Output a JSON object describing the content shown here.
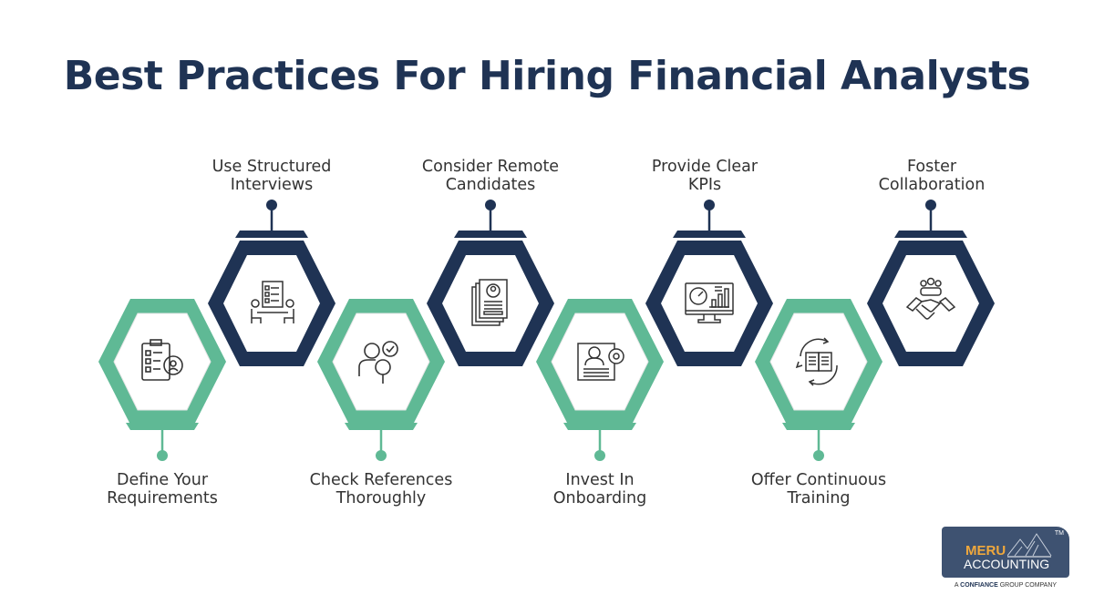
{
  "title": "Best Practices For Hiring Financial Analysts",
  "colors": {
    "navy": "#1f3354",
    "green": "#5fb995",
    "title": "#1f3354",
    "text": "#333333"
  },
  "steps": [
    {
      "line1": "Define Your",
      "line2": "Requirements",
      "color": "green",
      "position": "bottom",
      "icon": "clipboard-gear-icon"
    },
    {
      "line1": "Use Structured",
      "line2": "Interviews",
      "color": "navy",
      "position": "top",
      "icon": "interview-table-icon"
    },
    {
      "line1": "Check References",
      "line2": "Thoroughly",
      "color": "green",
      "position": "bottom",
      "icon": "person-search-check-icon"
    },
    {
      "line1": "Consider Remote",
      "line2": "Candidates",
      "color": "navy",
      "position": "top",
      "icon": "resume-documents-icon"
    },
    {
      "line1": "Invest In",
      "line2": "Onboarding",
      "color": "green",
      "position": "bottom",
      "icon": "profile-gear-icon"
    },
    {
      "line1": "Provide Clear",
      "line2": "KPIs",
      "color": "navy",
      "position": "top",
      "icon": "monitor-dashboard-icon"
    },
    {
      "line1": "Offer Continuous",
      "line2": "Training",
      "color": "green",
      "position": "bottom",
      "icon": "book-cycle-icon"
    },
    {
      "line1": "Foster",
      "line2": "Collaboration",
      "color": "navy",
      "position": "top",
      "icon": "handshake-team-icon"
    }
  ],
  "logo": {
    "brand_top": "MERU",
    "brand_bottom": "ACCOUNTING",
    "trademark": "TM",
    "tagline_prefix": "A",
    "tagline_brand": "CONFIANCE",
    "tagline_suffix": "GROUP COMPANY"
  }
}
